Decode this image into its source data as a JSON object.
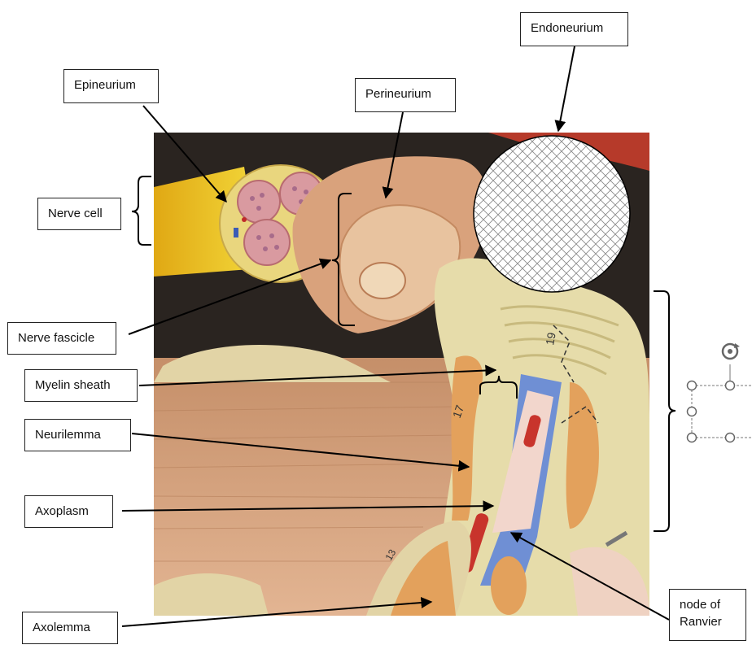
{
  "labels": {
    "endoneurium": "Endoneurium",
    "epineurium": "Epineurium",
    "perineurium": "Perineurium",
    "nerve_cell": "Nerve cell",
    "nerve_fascicle": "Nerve fascicle",
    "myelin_sheath": "Myelin sheath",
    "neurilemma": "Neurilemma",
    "axoplasm": "Axoplasm",
    "axolemma": "Axolemma",
    "node_of_ranvier_line1": "node of",
    "node_of_ranvier_line2": "Ranvier"
  },
  "model_markings": {
    "segment_19": "19",
    "segment_17": "17",
    "segment_13": "13"
  },
  "colors": {
    "nerve_yellow": "#e8c21a",
    "model_cream": "#e6dcaa",
    "myelin_orange": "#e3a15c",
    "axon_blue": "#6f8fd4",
    "axoplasm_pink": "#f2d6cc",
    "wood": "#d9a37c",
    "dark_background": "#2a2420"
  }
}
